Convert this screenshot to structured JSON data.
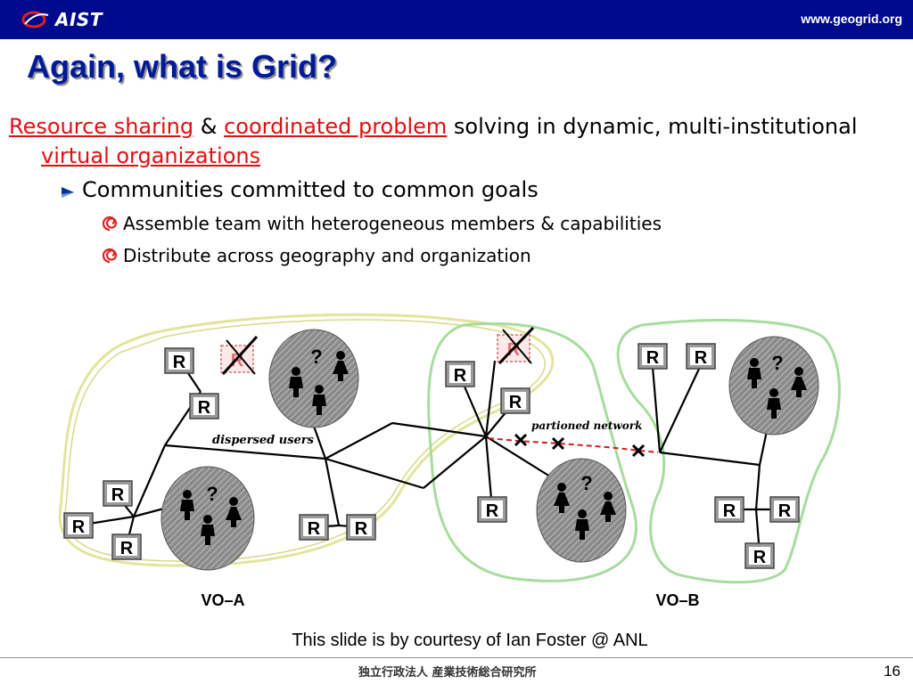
{
  "header": {
    "logo_text": "AIST",
    "url": "www.geogrid.org"
  },
  "title": "Again, what is Grid?",
  "bullet1": {
    "resource_sharing": "Resource sharing",
    "amp": "&",
    "coordinated_problem": "coordinated problem",
    "middle": "solving in dynamic, multi-institutional",
    "virtual_organizations": "virtual organizations"
  },
  "bullet2": "Communities committed to common goals",
  "bullet3": [
    "Assemble team with heterogeneous members & capabilities",
    "Distribute across geography and organization"
  ],
  "diagram": {
    "resource_label": "R",
    "question_mark": "?",
    "dispersed_users": "dispersed users",
    "partioned_network": "partioned network",
    "vo_a": "VO–A",
    "vo_b": "VO–B"
  },
  "footer": {
    "caption": "This slide is by courtesy of Ian Foster @ ANL",
    "institute": "独立行政法人 産業技術総合研究所",
    "page_number": "16"
  },
  "colors": {
    "header_bg": "#000a8c",
    "title": "#001a99",
    "link_red": "#e01010",
    "vo_a_outline": "#e6e6a0",
    "vo_b_outline": "#a8dca0"
  }
}
